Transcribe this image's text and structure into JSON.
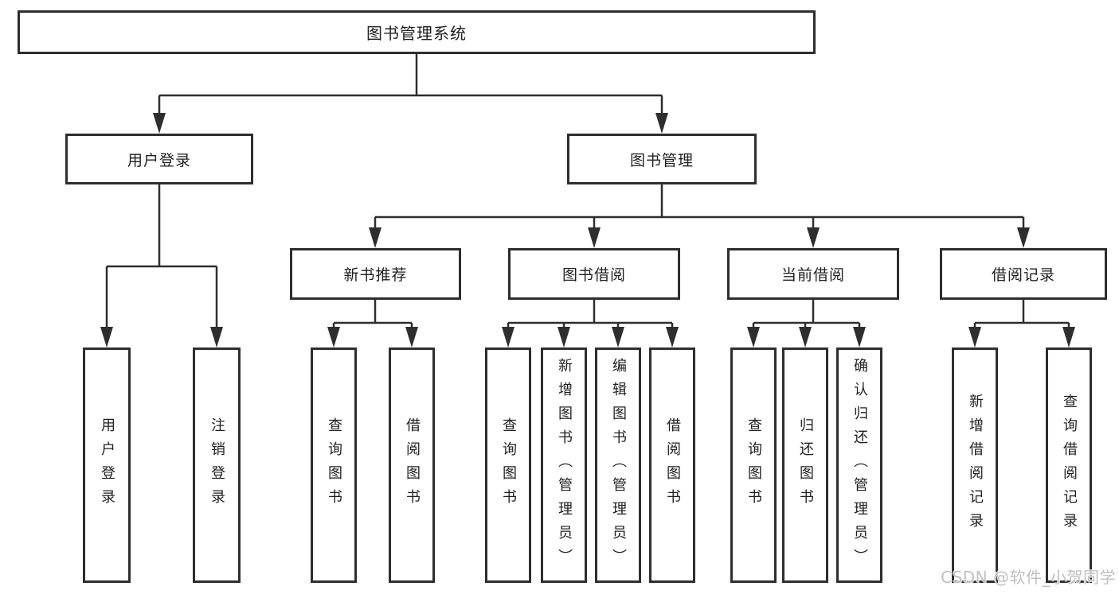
{
  "diagram": {
    "type": "hierarchy-tree",
    "colors": {
      "line": "#2e2e2e",
      "box_border": "#2e2e2e",
      "box_fill": "#ffffff",
      "text": "#1f1f1f",
      "watermark": "#bfc0c2"
    },
    "tree": {
      "root": {
        "label": "图书管理系统"
      },
      "branches": [
        {
          "label": "用户登录",
          "children": [
            {
              "label": "用户登录"
            },
            {
              "label": "注销登录"
            }
          ]
        },
        {
          "label": "图书管理",
          "groups": [
            {
              "label": "新书推荐",
              "children": [
                {
                  "label": "查询图书"
                },
                {
                  "label": "借阅图书"
                }
              ]
            },
            {
              "label": "图书借阅",
              "children": [
                {
                  "label": "查询图书"
                },
                {
                  "label": "新增图书（管理员）"
                },
                {
                  "label": "编辑图书（管理员）"
                },
                {
                  "label": "借阅图书"
                }
              ]
            },
            {
              "label": "当前借阅",
              "children": [
                {
                  "label": "查询图书"
                },
                {
                  "label": "归还图书"
                },
                {
                  "label": "确认归还（管理员）"
                }
              ]
            },
            {
              "label": "借阅记录",
              "children": [
                {
                  "label": "新增借阅记录"
                },
                {
                  "label": "查询借阅记录"
                }
              ]
            }
          ]
        }
      ]
    }
  },
  "watermark": {
    "text": "CSDN @软件_小贺同学"
  }
}
